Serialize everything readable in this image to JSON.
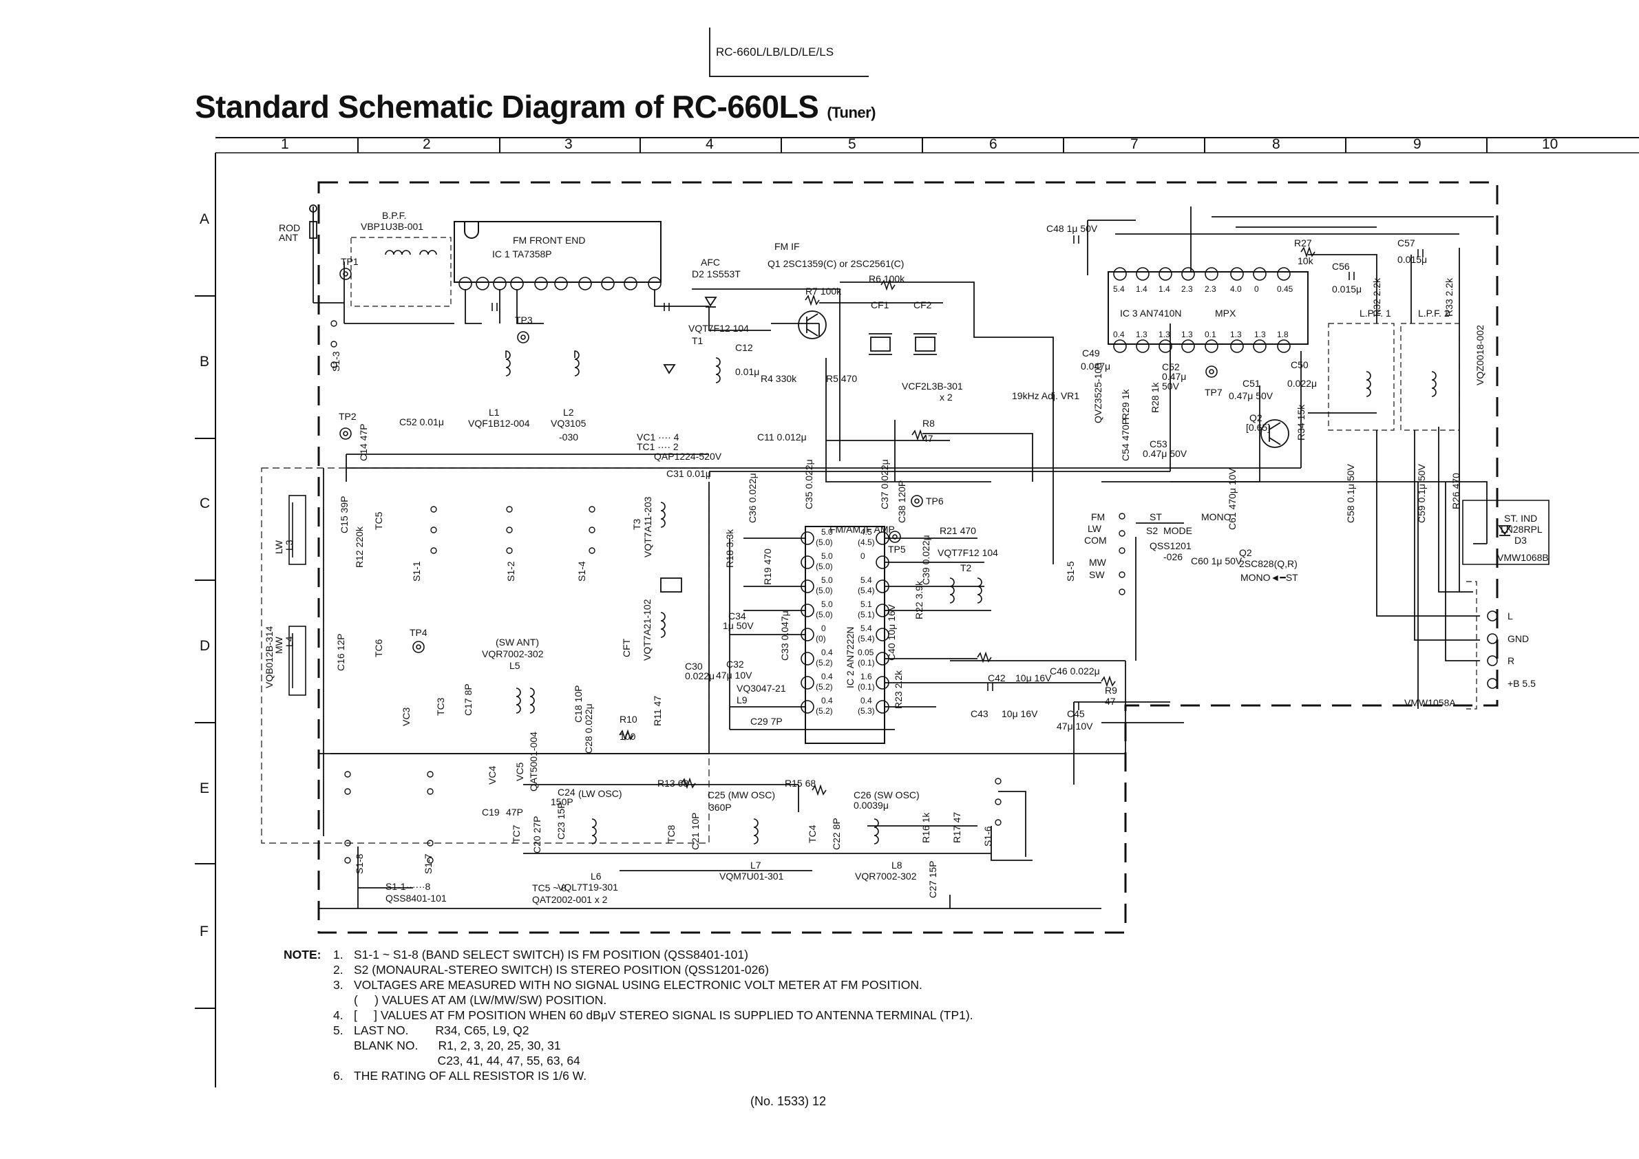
{
  "header": {
    "model_box": "RC-660L/LB/LD/LE/LS",
    "title": "Standard Schematic Diagram of RC-660LS",
    "title_suffix": "(Tuner)"
  },
  "grid": {
    "columns": [
      "1",
      "2",
      "3",
      "4",
      "5",
      "6",
      "7",
      "8",
      "9",
      "10"
    ],
    "rows": [
      "A",
      "B",
      "C",
      "D",
      "E",
      "F"
    ]
  },
  "labels": {
    "rod_ant": "ROD",
    "rod_ant2": "ANT",
    "bpf": "B.P.F.",
    "bpf_part": "VBP1U3B-001",
    "fm_front_end": "FM  FRONT  END",
    "ic1": "IC 1   TA7358P",
    "afc": "AFC",
    "d2": "D2  1S553T",
    "fm_if": "FM IF",
    "q1": "Q1  2SC1359(C)  or  2SC2561(C)",
    "r7": "R7  100k",
    "r6": "R6  100k",
    "cf1": "CF1",
    "cf2": "CF2",
    "vcf": "VCF2L3B-301",
    "vcf_x2": "x 2",
    "vqt_t1": "VQT7F12  104",
    "t1": "T1",
    "c12": "C12",
    "c12v": "0.01μ",
    "r4": "R4 330k",
    "r5": "R5 470",
    "r8": "R8",
    "r8v": "47",
    "c11": "C11 0.012μ",
    "vc1": "VC1 ···· 4",
    "vc1b": "TC1 ···· 2",
    "qap": "QAP1224-520V",
    "l1": "L1",
    "l1p": "VQF1B12-004",
    "l2": "L2",
    "l2p": "VQ3105",
    "l2p2": "-030",
    "c52": "C52 0.01μ",
    "tp1": "TP1",
    "tp2": "TP2",
    "tp3": "TP3",
    "tp4": "TP4",
    "tp5": "TP5",
    "tp6": "TP6",
    "tp7": "TP7",
    "c48": "C48    1μ  50V",
    "r27": "R27",
    "r27v": "10k",
    "c56": "C56",
    "c56v": "0.015μ",
    "c57": "C57",
    "c57v": "0.015μ",
    "ic3": "IC 3   AN7410N",
    "mpx": "MPX",
    "ic3_pin_v_top": [
      "5.4",
      "1.4",
      "1.4",
      "2.3",
      "2.3",
      "4.0",
      "0",
      "0.45"
    ],
    "ic3_pin_v_bot": [
      "0.4",
      "1.3",
      "1.3",
      "1.3",
      "0.1",
      "1.3",
      "1.3",
      "1.8"
    ],
    "c49": "C49",
    "c49v": "0.047μ",
    "c52b": "C52",
    "c52bv": "0.47μ",
    "c52bvv": "50V",
    "c51": "C51",
    "c51v": "0.47μ  50V",
    "c50": "C50",
    "c50v": "0.022μ",
    "c53": "C53",
    "c53v": "0.47μ  50V",
    "r29": "R29 1k",
    "r28": "R28 1k",
    "vr1": "19kHz Adj.  VR1",
    "vr1p": "QVZ3525-103",
    "c54": "C54  470P",
    "q2": "Q2",
    "q2v": "[0.65]",
    "r34": "R34 15k",
    "c60": "C60  1μ  50V",
    "c61": "C61  470μ 10V",
    "lpf1": "L.P.F. 1",
    "lpf2": "L.P.F. 2",
    "vqz": "VQZ0018-002",
    "r32": "R32 2.2k",
    "r33": "R33 2.2k",
    "c58": "C58  0.1μ  50V",
    "c59": "C59  0.1μ  50V",
    "r26": "R26 470",
    "st_ind": "ST. IND",
    "ln28": "LN28RPL",
    "d3": "D3",
    "vmw1068b": "VMW1068B",
    "out_l": "L",
    "out_gnd": "GND",
    "out_r": "R",
    "out_b": "+B  5.5",
    "vmw1058a": "VMW1058A",
    "s2": "S2",
    "mode": "MODE",
    "st": "ST",
    "mono": "MONO",
    "qss1201": "QSS1201",
    "qss1201b": "-026",
    "q2b": "Q2",
    "q2bp": "2SC828(Q,R)",
    "mono_st": "MONO◄━ST",
    "s1_5": "S1-5",
    "fm": "FM",
    "lw": "LW",
    "com": "COM",
    "mw": "MW",
    "sw": "SW",
    "c31": "C31   0.01μ",
    "c36": "C36 0.022μ",
    "c35": "C35 0.022μ",
    "c37": "C37 0.022μ",
    "c38": "C38 120P",
    "t3": "T3",
    "t3p": "VQT7A11-203",
    "cft": "CFT",
    "cftp": "VQT7A21-102",
    "r18": "R18 3.3k",
    "r19": "R19 470",
    "c34": "C34",
    "c34v": "1μ   50V",
    "c33": "C33 0.047μ",
    "c32": "C32",
    "c32v": "47μ  10V",
    "c30": "C30",
    "c30v": "0.022μ",
    "vq3047": "VQ3047-21",
    "l9": "L9",
    "c29": "C29    7P",
    "r11": "R11 47",
    "r10": "R10",
    "r10v": "100",
    "c28": "C28 0.022μ",
    "c18": "C18 10P",
    "ic2": "IC 2   AN7222N",
    "fm_am_if": "FM/AM IF AMP",
    "r21": "R21  470",
    "vqt_t2": "VQT7F12  104",
    "t2": "T2",
    "c39": "C39 0.022μ",
    "r22": "R22 3.9k",
    "c40": "C40 10μ 16V",
    "r23": "R23 2.2k",
    "c42": "C42",
    "c42v": "10μ  16V",
    "c43": "C43",
    "c43v": "10μ  16V",
    "c46": "C46  0.022μ",
    "c45": "C45",
    "c45v": "47μ  10V",
    "r9": "R9",
    "r9v": "47",
    "lw_l3": "LW",
    "l3": "L3",
    "mw_l4": "MW",
    "l4": "L4",
    "vqb": "VQB012B-314",
    "c15": "C15 39P",
    "r12": "R12 220k",
    "tc5": "TC5",
    "s1_1": "S1-1",
    "s1_2": "S1-2",
    "s1_4": "S1-4",
    "s1_3": "S1-3",
    "c14": "C14 47P",
    "c16": "C16 12P",
    "tc6": "TC6",
    "sw_ant": "(SW  ANT)",
    "vqr": "VQR7002-302",
    "l5": "L5",
    "vc3": "VC3",
    "tc3": "TC3",
    "c17": "C17 8P",
    "vc4": "VC4",
    "vc5": "VC5",
    "qat": "QAT5001-004",
    "c19": "C19",
    "c19v": "47P",
    "c24": "C24",
    "c24v": "150P",
    "lw_osc": "(LW OSC)",
    "r13": "R13   68",
    "c25": "C25  (MW  OSC)",
    "c25v": "360P",
    "r15": "R15      68",
    "c26": "C26   (SW  OSC)",
    "c26v": "0.0039μ",
    "tc7": "TC7",
    "c20": "C20 27P",
    "c23": "C23 15P",
    "l6": "L6",
    "l6p": "VQL7T19-301",
    "tc8": "TC8",
    "c21": "C21 10P",
    "l7": "L7",
    "l7p": "VQM7U01-301",
    "tc4": "TC4",
    "c22": "C22 8P",
    "l8": "L8",
    "l8p": "VQR7002-302",
    "r16": "R16 1k",
    "r17": "R17 47",
    "c27": "C27 15P",
    "s1_6": "S1-6",
    "s1_7": "S1-7",
    "s1_8": "S1-8",
    "s1_all": "S1-1······8",
    "qss8401": "QSS8401-101",
    "tc_range": "TC5 ~ 8",
    "qat2002": "QAT2002-001 x 2",
    "ic2_left_v": [
      "5.0",
      "5.0",
      "5.0",
      "5.0",
      "0",
      "0.4",
      "0.4",
      "0.4"
    ],
    "ic2_left_v2": [
      "(5.0)",
      "(5.0)",
      "(5.0)",
      "(5.0)",
      "(0)",
      "(5.2)",
      "(5.2)",
      "(5.2)"
    ],
    "ic2_right_v": [
      "4.5",
      "0",
      "5.4",
      "5.1",
      "5.4",
      "0.05",
      "1.6",
      "0.4"
    ],
    "ic2_right_v2": [
      "(4.5)",
      "",
      "(5.4)",
      "(5.1)",
      "(5.4)",
      "(0.1)",
      "(0.1)",
      "(5.3)"
    ]
  },
  "notes": {
    "label": "NOTE:",
    "items": [
      {
        "num": "1.",
        "text": "S1-1 ~ S1-8 (BAND SELECT SWITCH) IS FM POSITION (QSS8401-101)"
      },
      {
        "num": "2.",
        "text": "S2 (MONAURAL-STEREO SWITCH) IS STEREO POSITION (QSS1201-026)"
      },
      {
        "num": "3.",
        "text": "VOLTAGES ARE MEASURED WITH NO SIGNAL USING ELECTRONIC VOLT METER AT FM POSITION."
      },
      {
        "num": "",
        "text": "(     ) VALUES AT AM (LW/MW/SW) POSITION."
      },
      {
        "num": "4.",
        "text": "[     ] VALUES AT FM POSITION WHEN 60 dBμV STEREO SIGNAL IS SUPPLIED TO ANTENNA TERMINAL (TP1)."
      },
      {
        "num": "5.",
        "text": "LAST NO.        R34, C65, L9, Q2"
      },
      {
        "num": "",
        "text": "BLANK NO.      R1, 2, 3, 20, 25, 30, 31"
      },
      {
        "num": "",
        "text": "                         C23, 41, 44, 47, 55, 63, 64"
      },
      {
        "num": "6.",
        "text": "THE RATING OF ALL RESISTOR IS 1/6 W."
      }
    ]
  },
  "footer": {
    "page": "(No. 1533)  12"
  }
}
